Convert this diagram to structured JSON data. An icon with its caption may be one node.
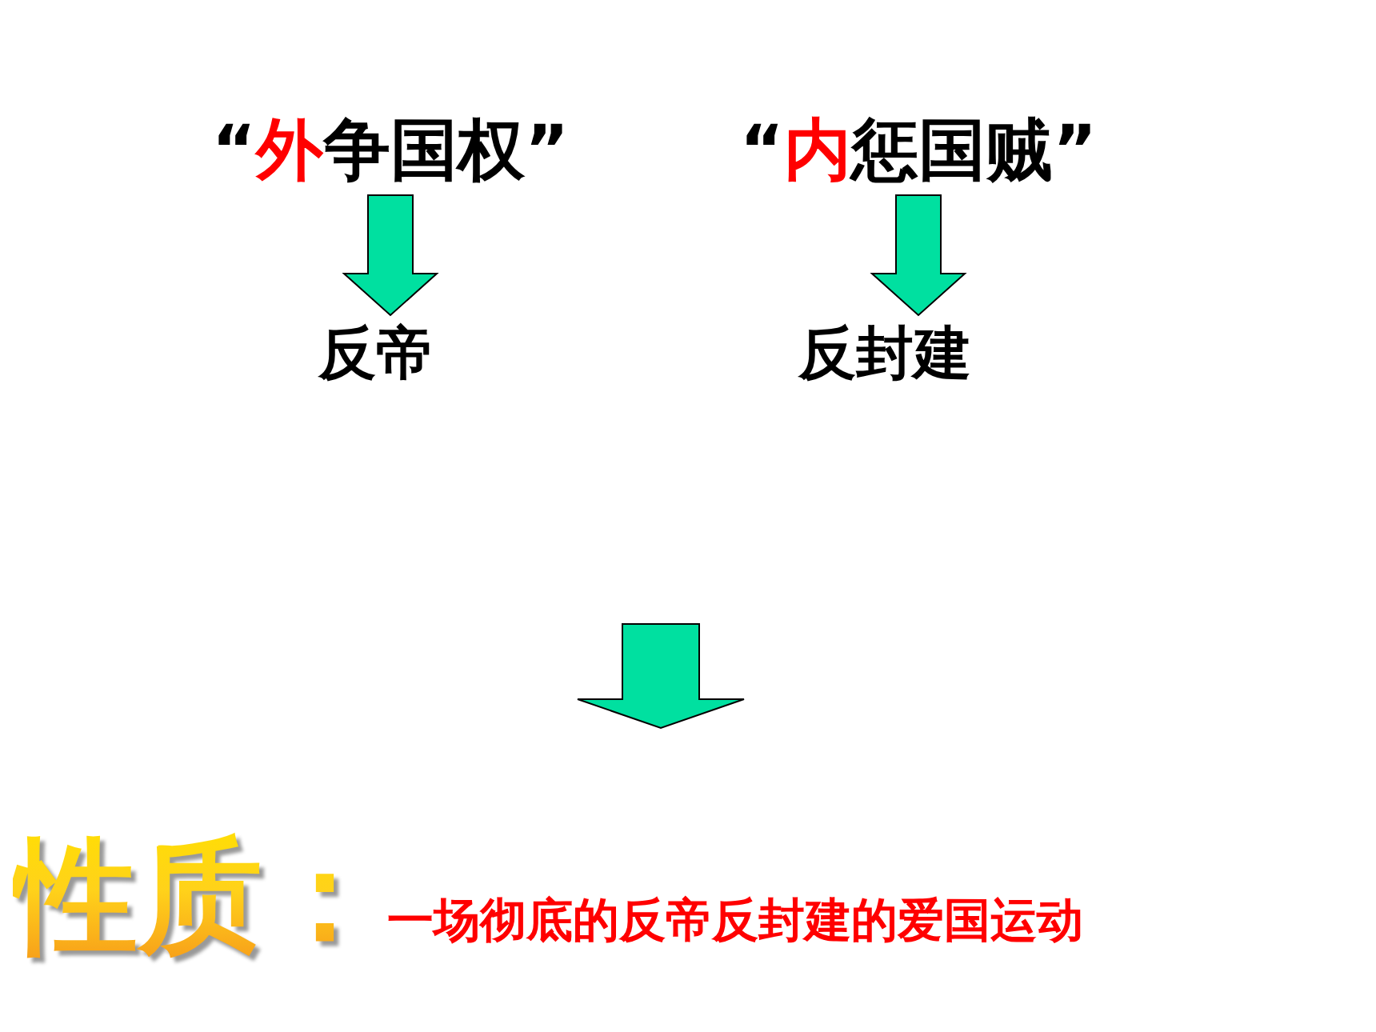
{
  "diagram": {
    "nodes": [
      {
        "text": [
          "“**外**争国权”"
        ]
      },
      {
        "text": [
          "“**内**惩国贼”"
        ]
      },
      {
        "text": [
          "反帝"
        ]
      },
      {
        "text": [
          "反封建"
        ]
      },
      {
        "text": [
          "性质：",
          "一场彻底的反帝反封建的爱国运动"
        ]
      }
    ],
    "edges": [
      {
        "from": 0,
        "to": 2,
        "arrow": "to"
      },
      {
        "from": 1,
        "to": 3,
        "arrow": "to"
      }
    ]
  }
}
